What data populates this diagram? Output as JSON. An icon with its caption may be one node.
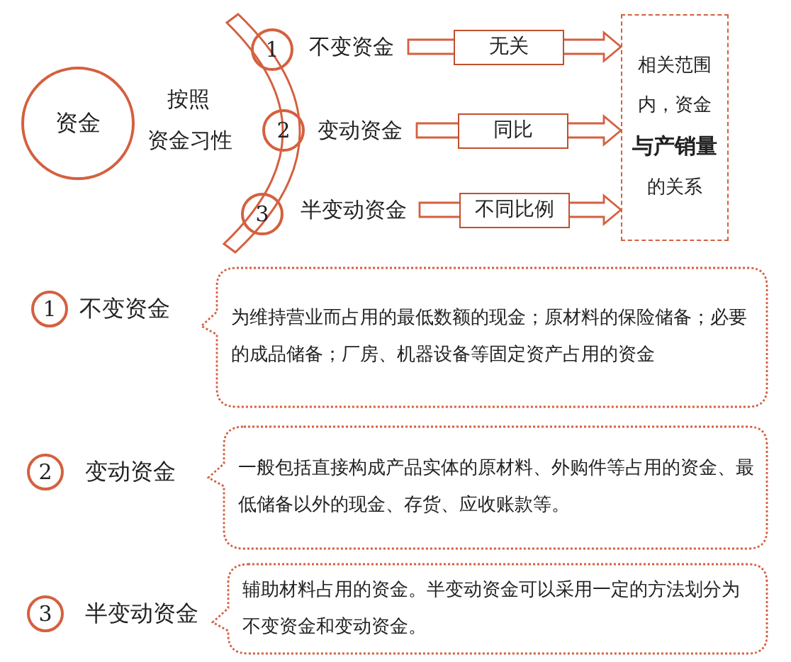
{
  "diagram": {
    "nodes": [
      {
        "text": [
          "资金"
        ]
      },
      {
        "text": [
          "1"
        ]
      },
      {
        "text": [
          "不变资金"
        ]
      },
      {
        "text": [
          "2"
        ]
      },
      {
        "text": [
          "变动资金"
        ]
      },
      {
        "text": [
          "3"
        ]
      },
      {
        "text": [
          "半变动资金"
        ]
      },
      {
        "text": [
          "相关范围内，资金**与产销量**的关系"
        ]
      },
      {
        "text": [
          "1"
        ]
      },
      {
        "text": [
          "不变资金"
        ]
      },
      {
        "text": [
          "为维持营业而占用的最低数额的现金；原材料的保险储备；必要的成品储备；厂房、机器设备等固定资产占用的资金"
        ]
      },
      {
        "text": [
          "2"
        ]
      },
      {
        "text": [
          "变动资金"
        ]
      },
      {
        "text": [
          "一般包括直接构成产品实体的原材料、外购件等占用的资金、最低储备以外的现金、存货、应收账款等。"
        ]
      },
      {
        "text": [
          "3"
        ]
      },
      {
        "text": [
          "半变动资金"
        ]
      },
      {
        "text": [
          "辅助材料占用的资金。半变动资金可以采用一定的方法划分为不变资金和变动资金。"
        ]
      }
    ],
    "edges": [
      {
        "from": 2,
        "to": 7,
        "arrow": "to",
        "label": "无关"
      },
      {
        "from": 4,
        "to": 7,
        "arrow": "to",
        "label": "同比"
      },
      {
        "from": 6,
        "to": 7,
        "arrow": "to",
        "label": "不同比例"
      }
    ],
    "labels": [
      "按照",
      "资金习性"
    ]
  }
}
